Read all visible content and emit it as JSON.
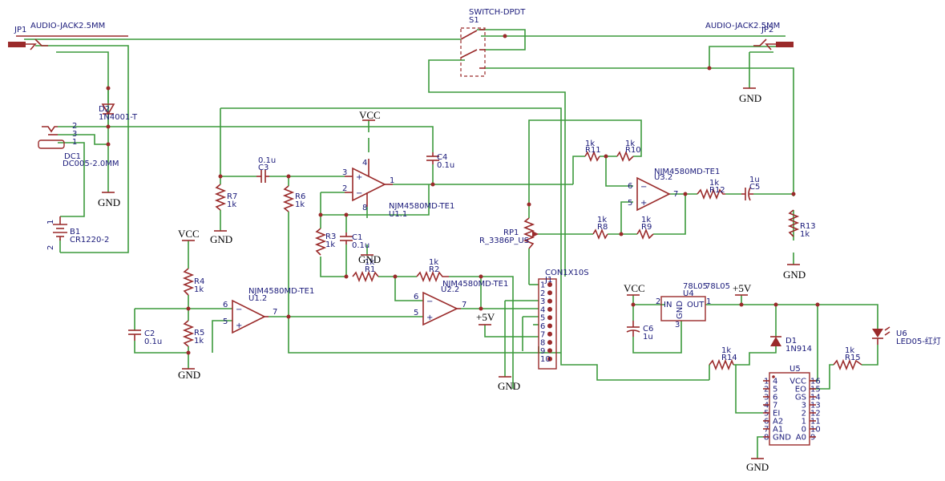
{
  "components": {
    "jp1": {
      "ref": "JP1",
      "value": "AUDIO-JACK2.5MM"
    },
    "jp2": {
      "ref": "JP2",
      "value": "AUDIO-JACK2.5MM"
    },
    "s1": {
      "ref": "S1",
      "value": "SWITCH-DPDT"
    },
    "d2": {
      "ref": "D2",
      "value": "1N4001-T"
    },
    "dc1": {
      "ref": "DC1",
      "value": "DC005-2.0MM",
      "pins": [
        "2",
        "3",
        "1"
      ]
    },
    "b1": {
      "ref": "B1",
      "value": "CR1220-2",
      "pins": [
        "1",
        "2"
      ]
    },
    "r7": {
      "ref": "R7",
      "value": "1k"
    },
    "r6": {
      "ref": "R6",
      "value": "1k"
    },
    "c3": {
      "ref": "C3",
      "value": "0.1u"
    },
    "c4": {
      "ref": "C4",
      "value": "0.1u"
    },
    "u1_1": {
      "ref": "U1.1",
      "value": "NJM4580MD-TE1",
      "pins": [
        "3",
        "2",
        "1",
        "4",
        "8"
      ]
    },
    "r3": {
      "ref": "R3",
      "value": "1k"
    },
    "c1": {
      "ref": "C1",
      "value": "0.1u"
    },
    "r1": {
      "ref": "R1",
      "value": "1k"
    },
    "r2": {
      "ref": "R2",
      "value": "1k"
    },
    "u2_2": {
      "ref": "U2.2",
      "value": "NJM4580MD-TE1",
      "pins": [
        "6",
        "5",
        "7"
      ]
    },
    "r4": {
      "ref": "R4",
      "value": "1k"
    },
    "r5": {
      "ref": "R5",
      "value": "1k"
    },
    "c2": {
      "ref": "C2",
      "value": "0.1u"
    },
    "u1_2": {
      "ref": "U1.2",
      "value": "NJM4580MD-TE1",
      "pins": [
        "6",
        "5",
        "7"
      ]
    },
    "r11": {
      "ref": "R11",
      "value": "1k"
    },
    "r10": {
      "ref": "R10",
      "value": "1k"
    },
    "u3_2": {
      "ref": "U3.2",
      "value": "NJM4580MD-TE1",
      "pins": [
        "6",
        "5",
        "7"
      ]
    },
    "r8": {
      "ref": "R8",
      "value": "1k"
    },
    "r9": {
      "ref": "R9",
      "value": "1k"
    },
    "r12": {
      "ref": "R12",
      "value": "1k"
    },
    "c5": {
      "ref": "C5",
      "value": "1u"
    },
    "r13": {
      "ref": "R13",
      "value": "1k"
    },
    "rp1": {
      "ref": "RP1",
      "value": "R_3386P_US"
    },
    "j1": {
      "ref": "J1",
      "value": "CON1X10S",
      "pins": [
        "1",
        "2",
        "3",
        "4",
        "5",
        "6",
        "7",
        "8",
        "9",
        "10"
      ]
    },
    "u4": {
      "ref": "U4",
      "value": "78L05",
      "value2": "78L05",
      "in": "IN",
      "out": "OUT",
      "gnd": "GND",
      "pins": [
        "2",
        "1",
        "3"
      ]
    },
    "c6": {
      "ref": "C6",
      "value": "1u"
    },
    "d1": {
      "ref": "D1",
      "value": "1N914"
    },
    "r14": {
      "ref": "R14",
      "value": "1k"
    },
    "r15": {
      "ref": "R15",
      "value": "1k"
    },
    "u6": {
      "ref": "U6",
      "value": "LED05-红灯"
    },
    "u5": {
      "ref": "U5",
      "left_pins": [
        "1",
        "2",
        "3",
        "4",
        "5",
        "6",
        "7",
        "8"
      ],
      "left_names": [
        "4",
        "5",
        "6",
        "7",
        "EI",
        "A2",
        "A1",
        "GND"
      ],
      "right_names": [
        "VCC",
        "EO",
        "GS",
        "3",
        "2",
        "1",
        "0",
        "A0"
      ],
      "right_pins": [
        "16",
        "15",
        "14",
        "13",
        "12",
        "11",
        "10",
        "9"
      ]
    }
  },
  "power_labels": {
    "vcc": "VCC",
    "gnd": "GND",
    "plus5v": "+5V"
  },
  "colors": {
    "wire": "#3c9a3c",
    "part": "#9a2a2a",
    "label": "#1a1a7a"
  }
}
